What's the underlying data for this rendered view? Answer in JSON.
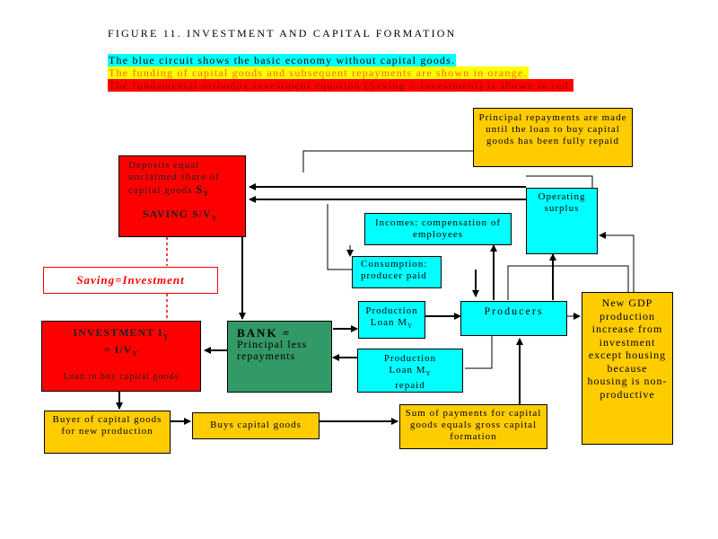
{
  "figure": {
    "title": "FIGURE 11.  INVESTMENT AND CAPITAL FORMATION",
    "legend": [
      {
        "text": "The blue circuit shows the basic economy without capital goods.",
        "color": "#00ffff"
      },
      {
        "text": "The funding of capital goods and subsequent repayments are shown in orange.",
        "color": "#ffff00"
      },
      {
        "text": "The fundamental orthodox investment equation (Saving = Investment) is shown in red.",
        "color": "#ff0000"
      }
    ]
  },
  "boxes": {
    "principal_repayments": "Principal repayments are made until the loan to buy capital goods has been fully repaid",
    "deposits_line1": "Deposits equal",
    "deposits_line2": "unclaimed share of",
    "deposits_line3": "capital goods",
    "deposits_symbol": "S",
    "deposits_sub": "Y",
    "saving_label": "SAVING S/V",
    "saving_sub": "Y",
    "saving_investment": "Saving=Investment",
    "investment_label": "INVESTMENT I",
    "investment_sub": "Y",
    "investment_eq": "= I/V",
    "investment_eq_sub": "Y",
    "investment_note": "Loan to buy capital goods",
    "bank_title": "BANK =",
    "bank_line1": "Principal less",
    "bank_line2": "repayments",
    "incomes": "Incomes: compensation of employees",
    "operating_surplus": "Operating surplus",
    "consumption": "Consumption: producer paid",
    "production_loan": "Production Loan M",
    "production_loan_sub": "Y",
    "production_loan_repaid_1": "Production",
    "production_loan_repaid_2": "Loan M",
    "production_loan_repaid_sub": "Y",
    "production_loan_repaid_3": "repaid",
    "producers": "Producers",
    "new_gdp": "New GDP production increase from investment except housing because housing is non-productive",
    "buyer": "Buyer of capital goods for new production",
    "buys": "Buys capital goods",
    "sum_payments": "Sum of payments for capital goods equals gross capital formation"
  }
}
